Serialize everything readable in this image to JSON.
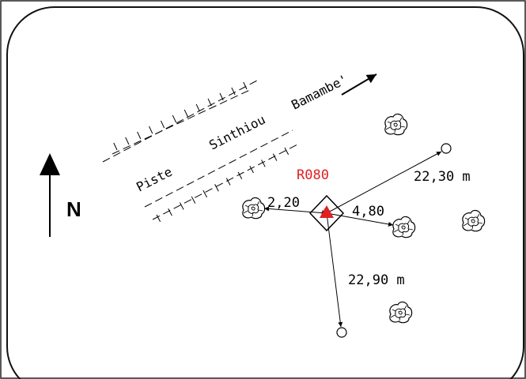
{
  "station": {
    "code": "R080",
    "marker_color": "#e02020"
  },
  "north_label": "N",
  "road_label": {
    "word1": "Piste",
    "word2": "Sinthiou",
    "word3": "Bamambe'"
  },
  "distances": {
    "to_west_tree": "2,20",
    "to_east_tree": "4,80",
    "to_northeast_point": "22,30 m",
    "to_south_point": "22,90 m"
  },
  "colors": {
    "ink": "#000000",
    "frame": "#111111",
    "label_red": "#e02020"
  }
}
